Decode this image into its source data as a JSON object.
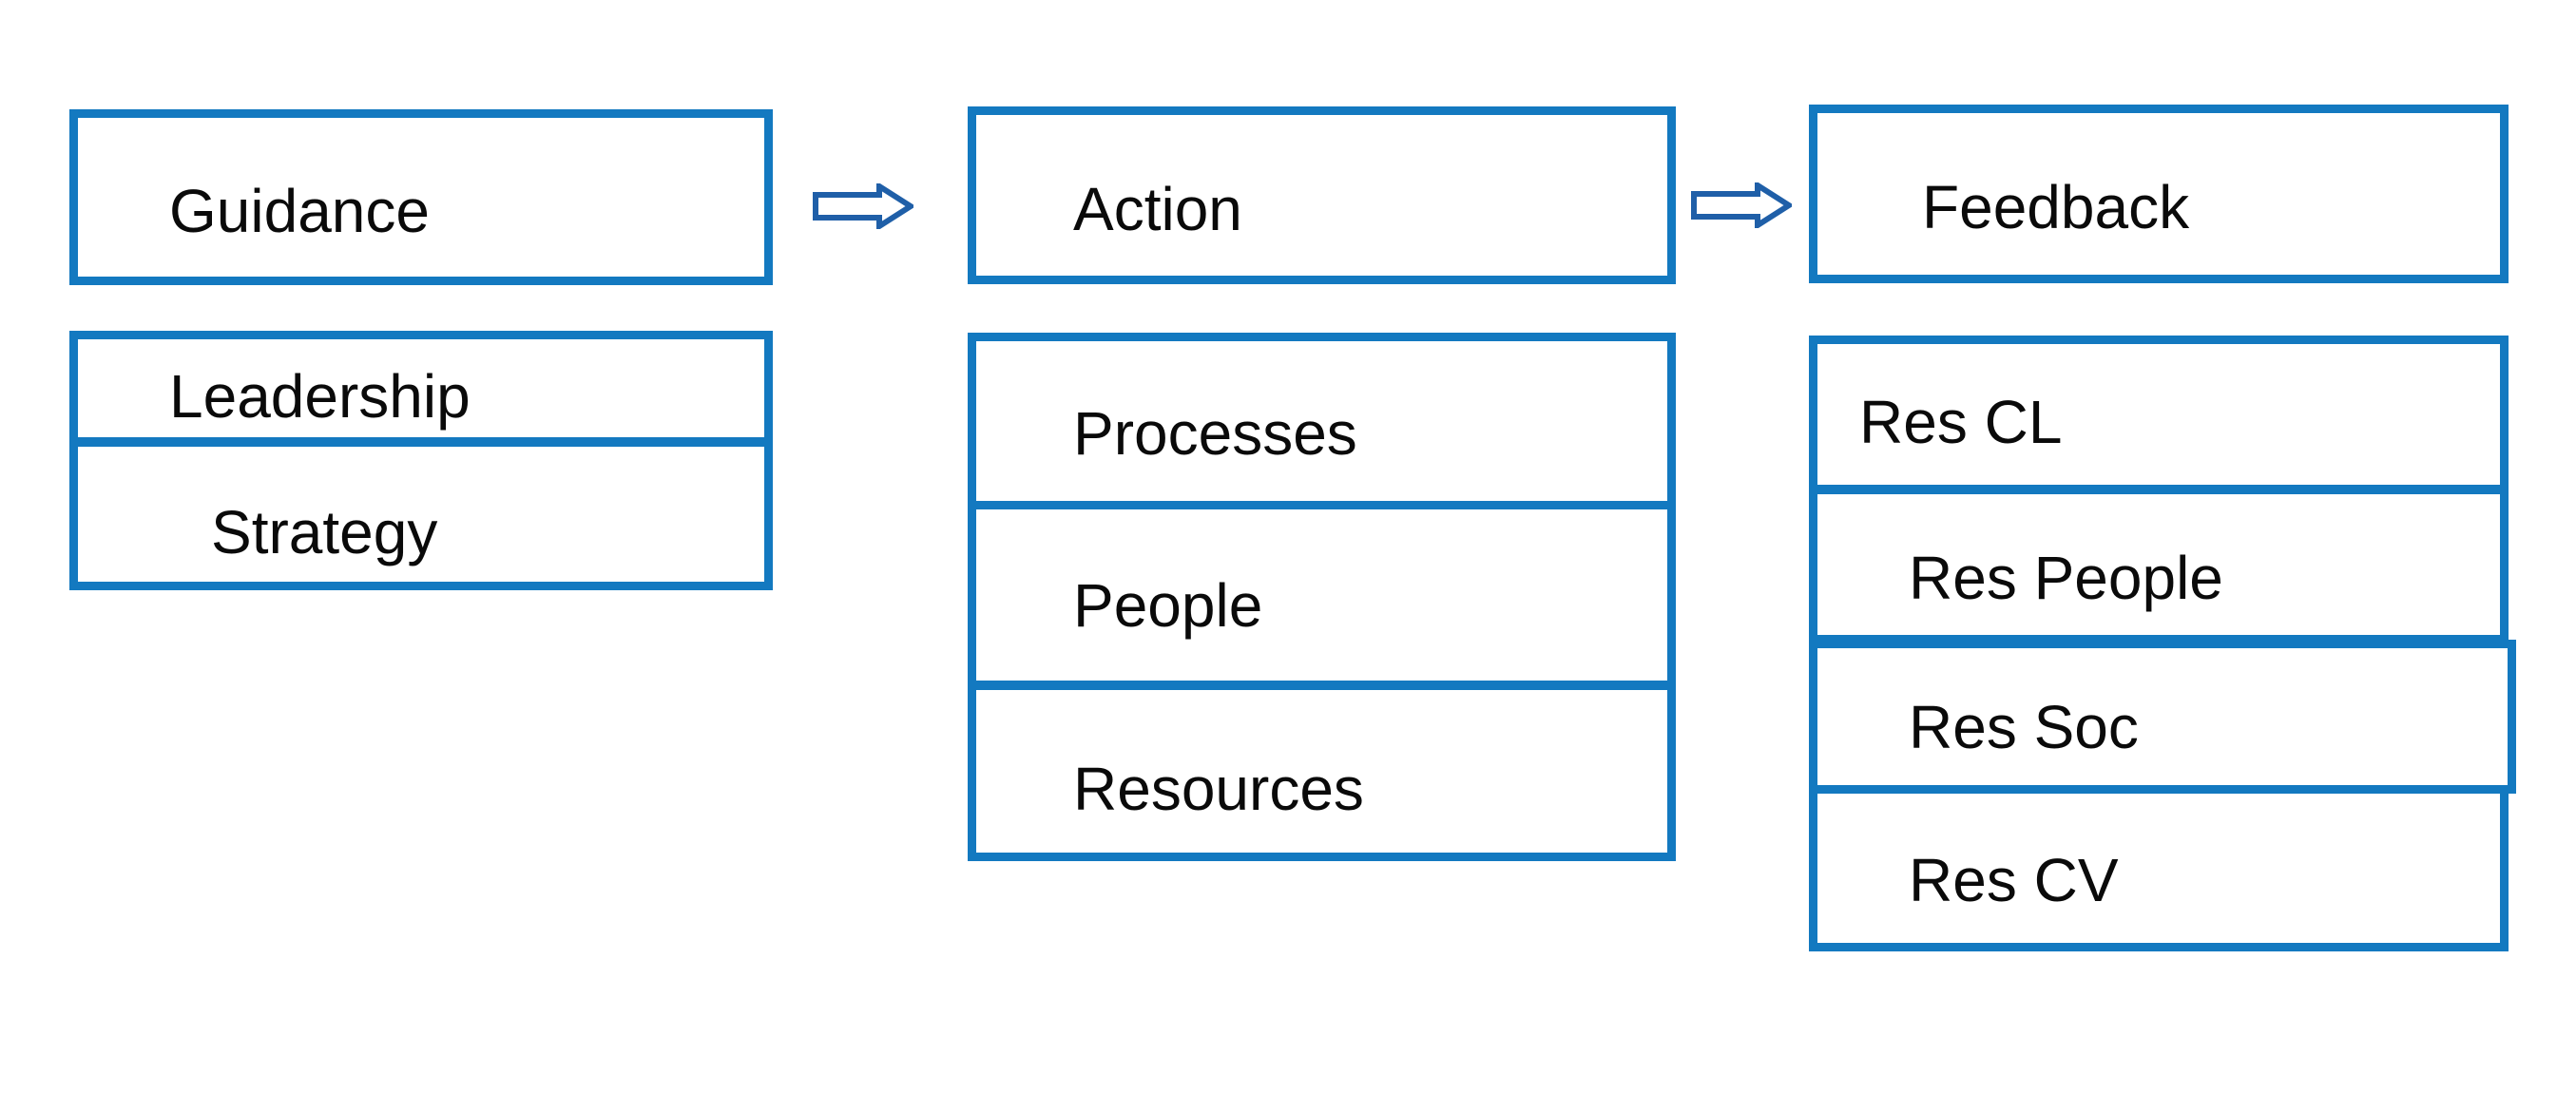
{
  "diagram": {
    "type": "flow",
    "title": "",
    "colors": {
      "box_border": "#1379C0",
      "arrow_stroke": "#1F5FA8",
      "arrow_fill": "#FFFFFF",
      "text": "#0A0A0A",
      "background": "#FFFFFF"
    },
    "columns": [
      {
        "id": "guidance",
        "header": "Guidance",
        "items": [
          "Leadership",
          "Strategy"
        ]
      },
      {
        "id": "action",
        "header": "Action",
        "items": [
          "Processes",
          "People",
          "Resources"
        ]
      },
      {
        "id": "feedback",
        "header": "Feedback",
        "items": [
          "Res CL",
          "Res People",
          "Res Soc",
          "Res CV"
        ]
      }
    ],
    "connectors": [
      {
        "id": "arrow-guidance-to-action",
        "glyph": "right-arrow",
        "from": "guidance",
        "to": "action"
      },
      {
        "id": "arrow-action-to-feedback",
        "glyph": "right-arrow",
        "from": "action",
        "to": "feedback"
      }
    ]
  }
}
